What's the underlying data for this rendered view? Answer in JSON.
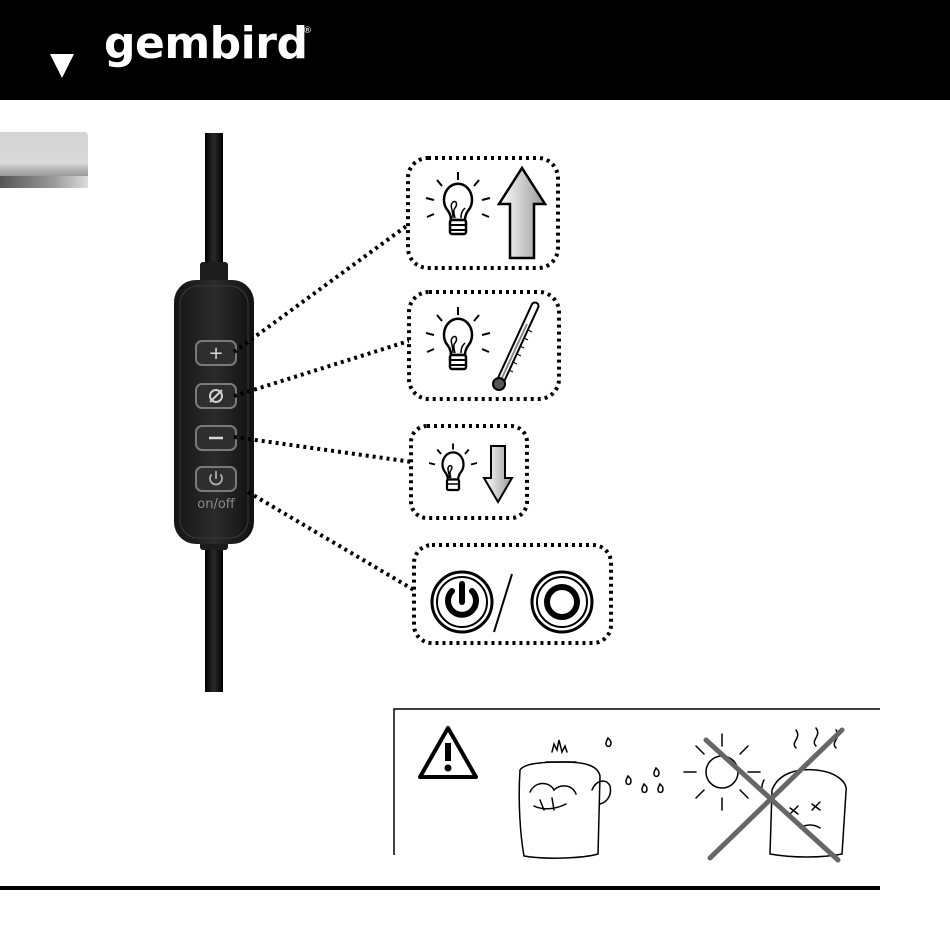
{
  "brand": {
    "name": "gembird",
    "registered_mark": "®"
  },
  "remote": {
    "buttons": [
      {
        "id": "plus",
        "symbol": "+",
        "function": "brightness-up-icon"
      },
      {
        "id": "color",
        "symbol": "⊘",
        "function": "color-temperature-icon"
      },
      {
        "id": "minus",
        "symbol": "–",
        "function": "brightness-down-icon"
      },
      {
        "id": "power",
        "symbol": "⏻",
        "function": "power-toggle-icon"
      }
    ],
    "power_label": "on/off"
  },
  "warning": {
    "icon": "warning-triangle-icon",
    "items": [
      "no-moisture-icon",
      "no-heat-sun-icon"
    ]
  },
  "colors": {
    "header": "#000000",
    "tab_light": "#d8d8d8",
    "tab_dark": "#555555"
  }
}
